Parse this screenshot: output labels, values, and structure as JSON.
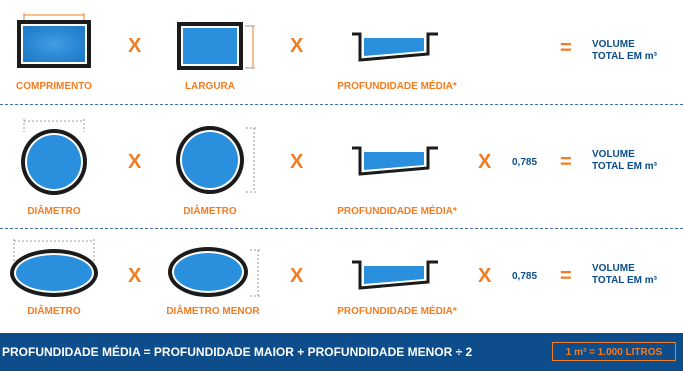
{
  "colors": {
    "accent": "#f47c20",
    "navy": "#0d4d8c",
    "pool_blue": "#2a8fdc",
    "separator": "#3d6fa8"
  },
  "rows": [
    {
      "labels": [
        "COMPRIMENTO",
        "LARGURA",
        "PROFUNDIDADE MÉDIA*"
      ],
      "operators": [
        "X",
        "X"
      ],
      "equals": "=",
      "result": [
        "VOLUME",
        "TOTAL EM m³"
      ]
    },
    {
      "labels": [
        "DIÂMETRO",
        "DIÂMETRO",
        "PROFUNDIDADE MÉDIA*"
      ],
      "operators": [
        "X",
        "X",
        "X"
      ],
      "constant": "0,785",
      "equals": "=",
      "result": [
        "VOLUME",
        "TOTAL EM m³"
      ]
    },
    {
      "labels": [
        "DIÂMETRO",
        "DIÂMETRO MENOR",
        "PROFUNDIDADE MÉDIA*"
      ],
      "operators": [
        "X",
        "X",
        "X"
      ],
      "constant": "0,785",
      "equals": "=",
      "result": [
        "VOLUME",
        "TOTAL EM m³"
      ]
    }
  ],
  "footer": {
    "formula": "PROFUNDIDADE MÉDIA = PROFUNDIDADE MAIOR + PROFUNDIDADE MENOR  ÷  2",
    "conversion": "1 m³ = 1.000 LITROS"
  },
  "icons": [
    "rect-pool-icon",
    "rect-pool-width-icon",
    "pool-depth-icon",
    "round-pool-icon",
    "oval-pool-icon"
  ]
}
